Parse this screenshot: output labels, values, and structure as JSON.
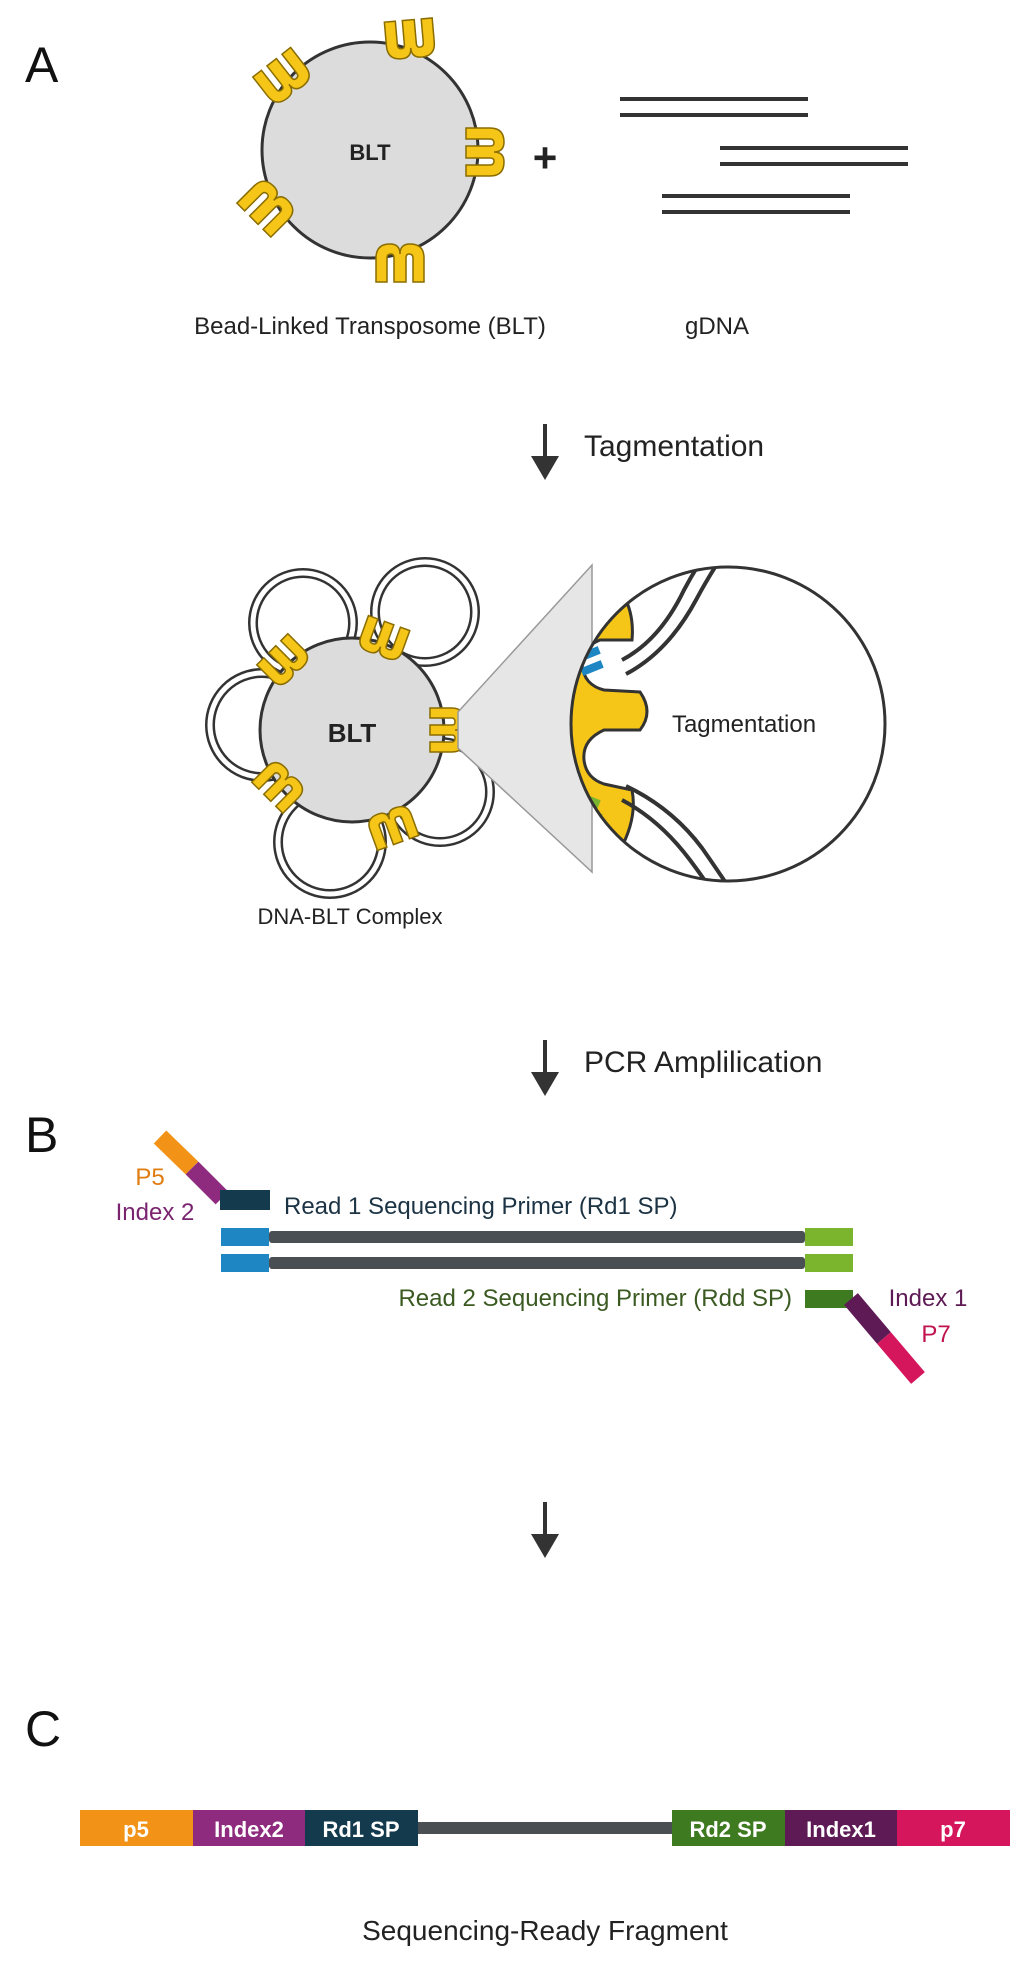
{
  "panels": {
    "a": "A",
    "b": "B",
    "c": "C"
  },
  "panel_a": {
    "bead_label": "BLT",
    "bead_caption": "Bead-Linked Transposome (BLT)",
    "plus_symbol": "+",
    "gdna_caption": "gDNA"
  },
  "steps": {
    "tagmentation": "Tagmentation",
    "pcr": "PCR Amplilication"
  },
  "complex": {
    "bead_label": "BLT",
    "caption": "DNA-BLT Complex",
    "zoom_label": "Tagmentation"
  },
  "panel_b": {
    "p5": "P5",
    "index2": "Index 2",
    "read1": "Read 1 Sequencing Primer (Rd1 SP)",
    "read2": "Read 2 Sequencing Primer (Rdd SP)",
    "index1": "Index 1",
    "p7": "P7"
  },
  "fragment": {
    "segments": {
      "p5": "p5",
      "index2": "Index2",
      "rd1": "Rd1 SP",
      "rd2": "Rd2 SP",
      "index1": "Index1",
      "p7": "p7"
    },
    "caption": "Sequencing-Ready Fragment"
  },
  "colors": {
    "transposome_yellow": "#F5C518",
    "bead_gray": "#DCDCDC",
    "p5_orange": "#F29318",
    "index2_purple": "#8E2B7E",
    "rd1_navy": "#143A4E",
    "rd2_green": "#3E7A20",
    "index1_purple": "#5E1A55",
    "p7_magenta": "#D5165C",
    "adapter_blue": "#1F86C4",
    "adapter_green": "#7BB52E",
    "dna_gray": "#4A4F54"
  }
}
